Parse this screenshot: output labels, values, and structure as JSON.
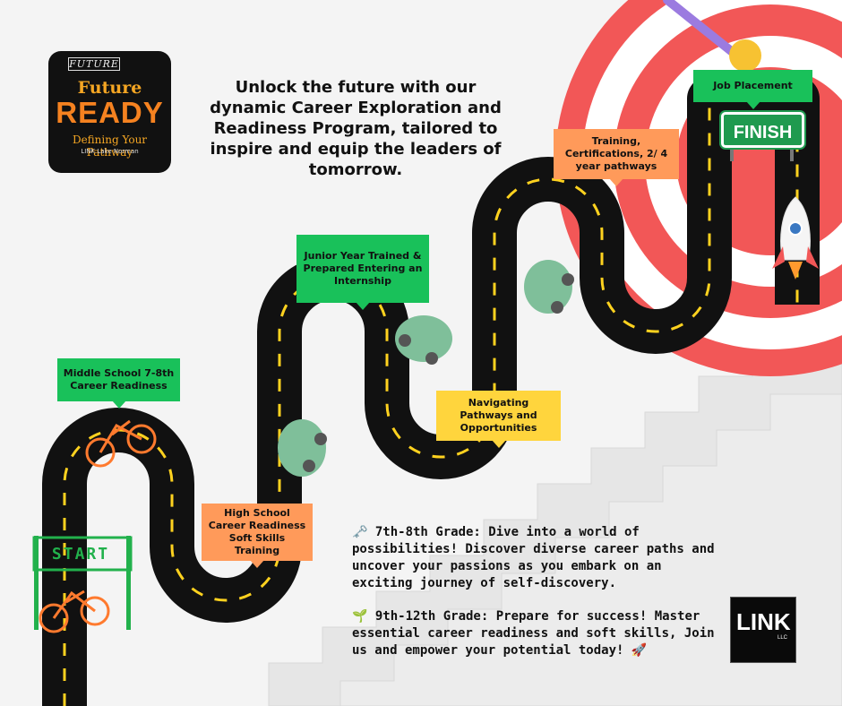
{
  "logo": {
    "small_sign": "FUTURE",
    "title_line1": "Future",
    "title_line2": "READY",
    "tagline": "Defining Your Pathway",
    "org": "LINK Lake Norman"
  },
  "intro_text": "Unlock the future with our dynamic Career Exploration and Readiness Program, tailored to inspire and equip the leaders of tomorrow.",
  "milestones": {
    "middle_school": "Middle School 7-8th Career Readiness",
    "high_school": "High School Career Readiness Soft Skills Training",
    "junior_year": "Junior Year Trained & Prepared Entering an Internship",
    "navigating": "Navigating Pathways and Opportunities",
    "training": "Training, Certifications, 2/ 4 year pathways",
    "job_placement": "Job Placement"
  },
  "signs": {
    "start": "START",
    "finish": "FINISH"
  },
  "grades": {
    "grade_7_8": "🗝️ 7th-8th Grade: Dive into a world of possibilities! Discover diverse career paths and uncover your passions as you embark on an exciting journey of self-discovery.",
    "grade_9_12": "🌱 9th-12th Grade: Prepare for success! Master essential career readiness and soft skills, Join us and empower your potential today! 🚀"
  },
  "link_logo": {
    "text": "LINK",
    "sub": "LLC"
  },
  "colors": {
    "callout_green": "#19c15a",
    "callout_orange": "#ff9a5a",
    "callout_yellow": "#ffd53d",
    "road": "#111111",
    "road_dash": "#ffd21f",
    "target_red": "#f25757"
  }
}
